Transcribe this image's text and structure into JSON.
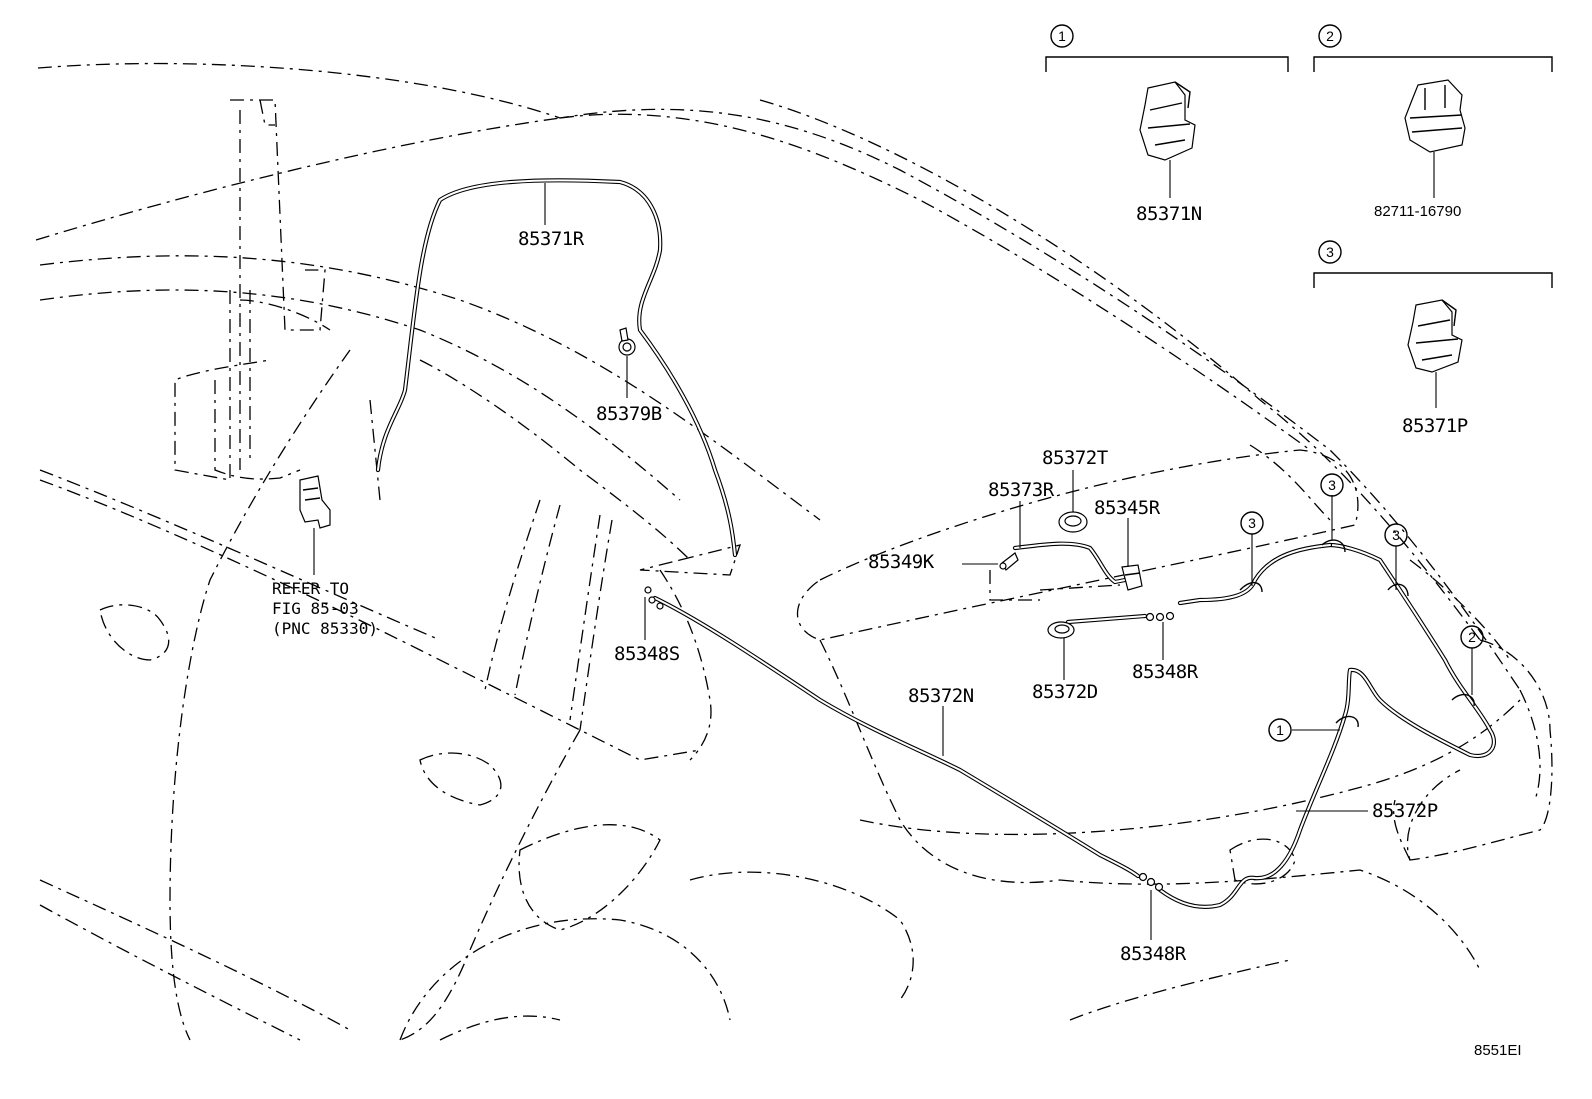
{
  "diagram": {
    "part_labels": {
      "p85371R": "85371R",
      "p85379B": "85379B",
      "p85372T": "85372T",
      "p85373R": "85373R",
      "p85345R": "85345R",
      "p85349K": "85349K",
      "p85348S": "85348S",
      "p85372D": "85372D",
      "p85348R_a": "85348R",
      "p85372N": "85372N",
      "p85372P": "85372P",
      "p85348R_b": "85348R"
    },
    "reference": {
      "line1": "REFER TO",
      "line2": "FIG 85-03",
      "line3": "(PNC 85330)"
    },
    "clip_inset_1": {
      "callout": "1",
      "part": "85371N"
    },
    "clip_inset_2": {
      "callout": "2",
      "part": "82711-16790"
    },
    "clip_inset_3": {
      "callout": "3",
      "part": "85371P"
    },
    "callouts": {
      "c1": "1",
      "c2": "2",
      "c3a": "3",
      "c3b": "3",
      "c3c": "3"
    },
    "drawing_code": "8551EI"
  }
}
